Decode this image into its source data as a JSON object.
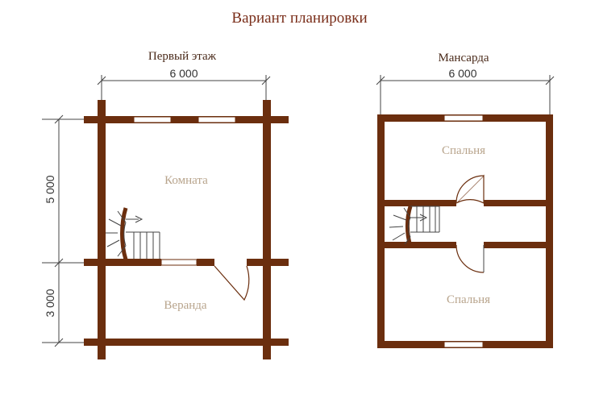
{
  "title": "Вариант планировки",
  "plans": {
    "first": {
      "label": "Первый этаж",
      "width_dim": "6 000",
      "height_dim_top": "5 000",
      "height_dim_bottom": "3 000",
      "rooms": [
        "Комната",
        "Веранда"
      ]
    },
    "attic": {
      "label": "Мансарда",
      "width_dim": "6 000",
      "rooms": [
        "Спальня",
        "Спальня"
      ]
    }
  }
}
